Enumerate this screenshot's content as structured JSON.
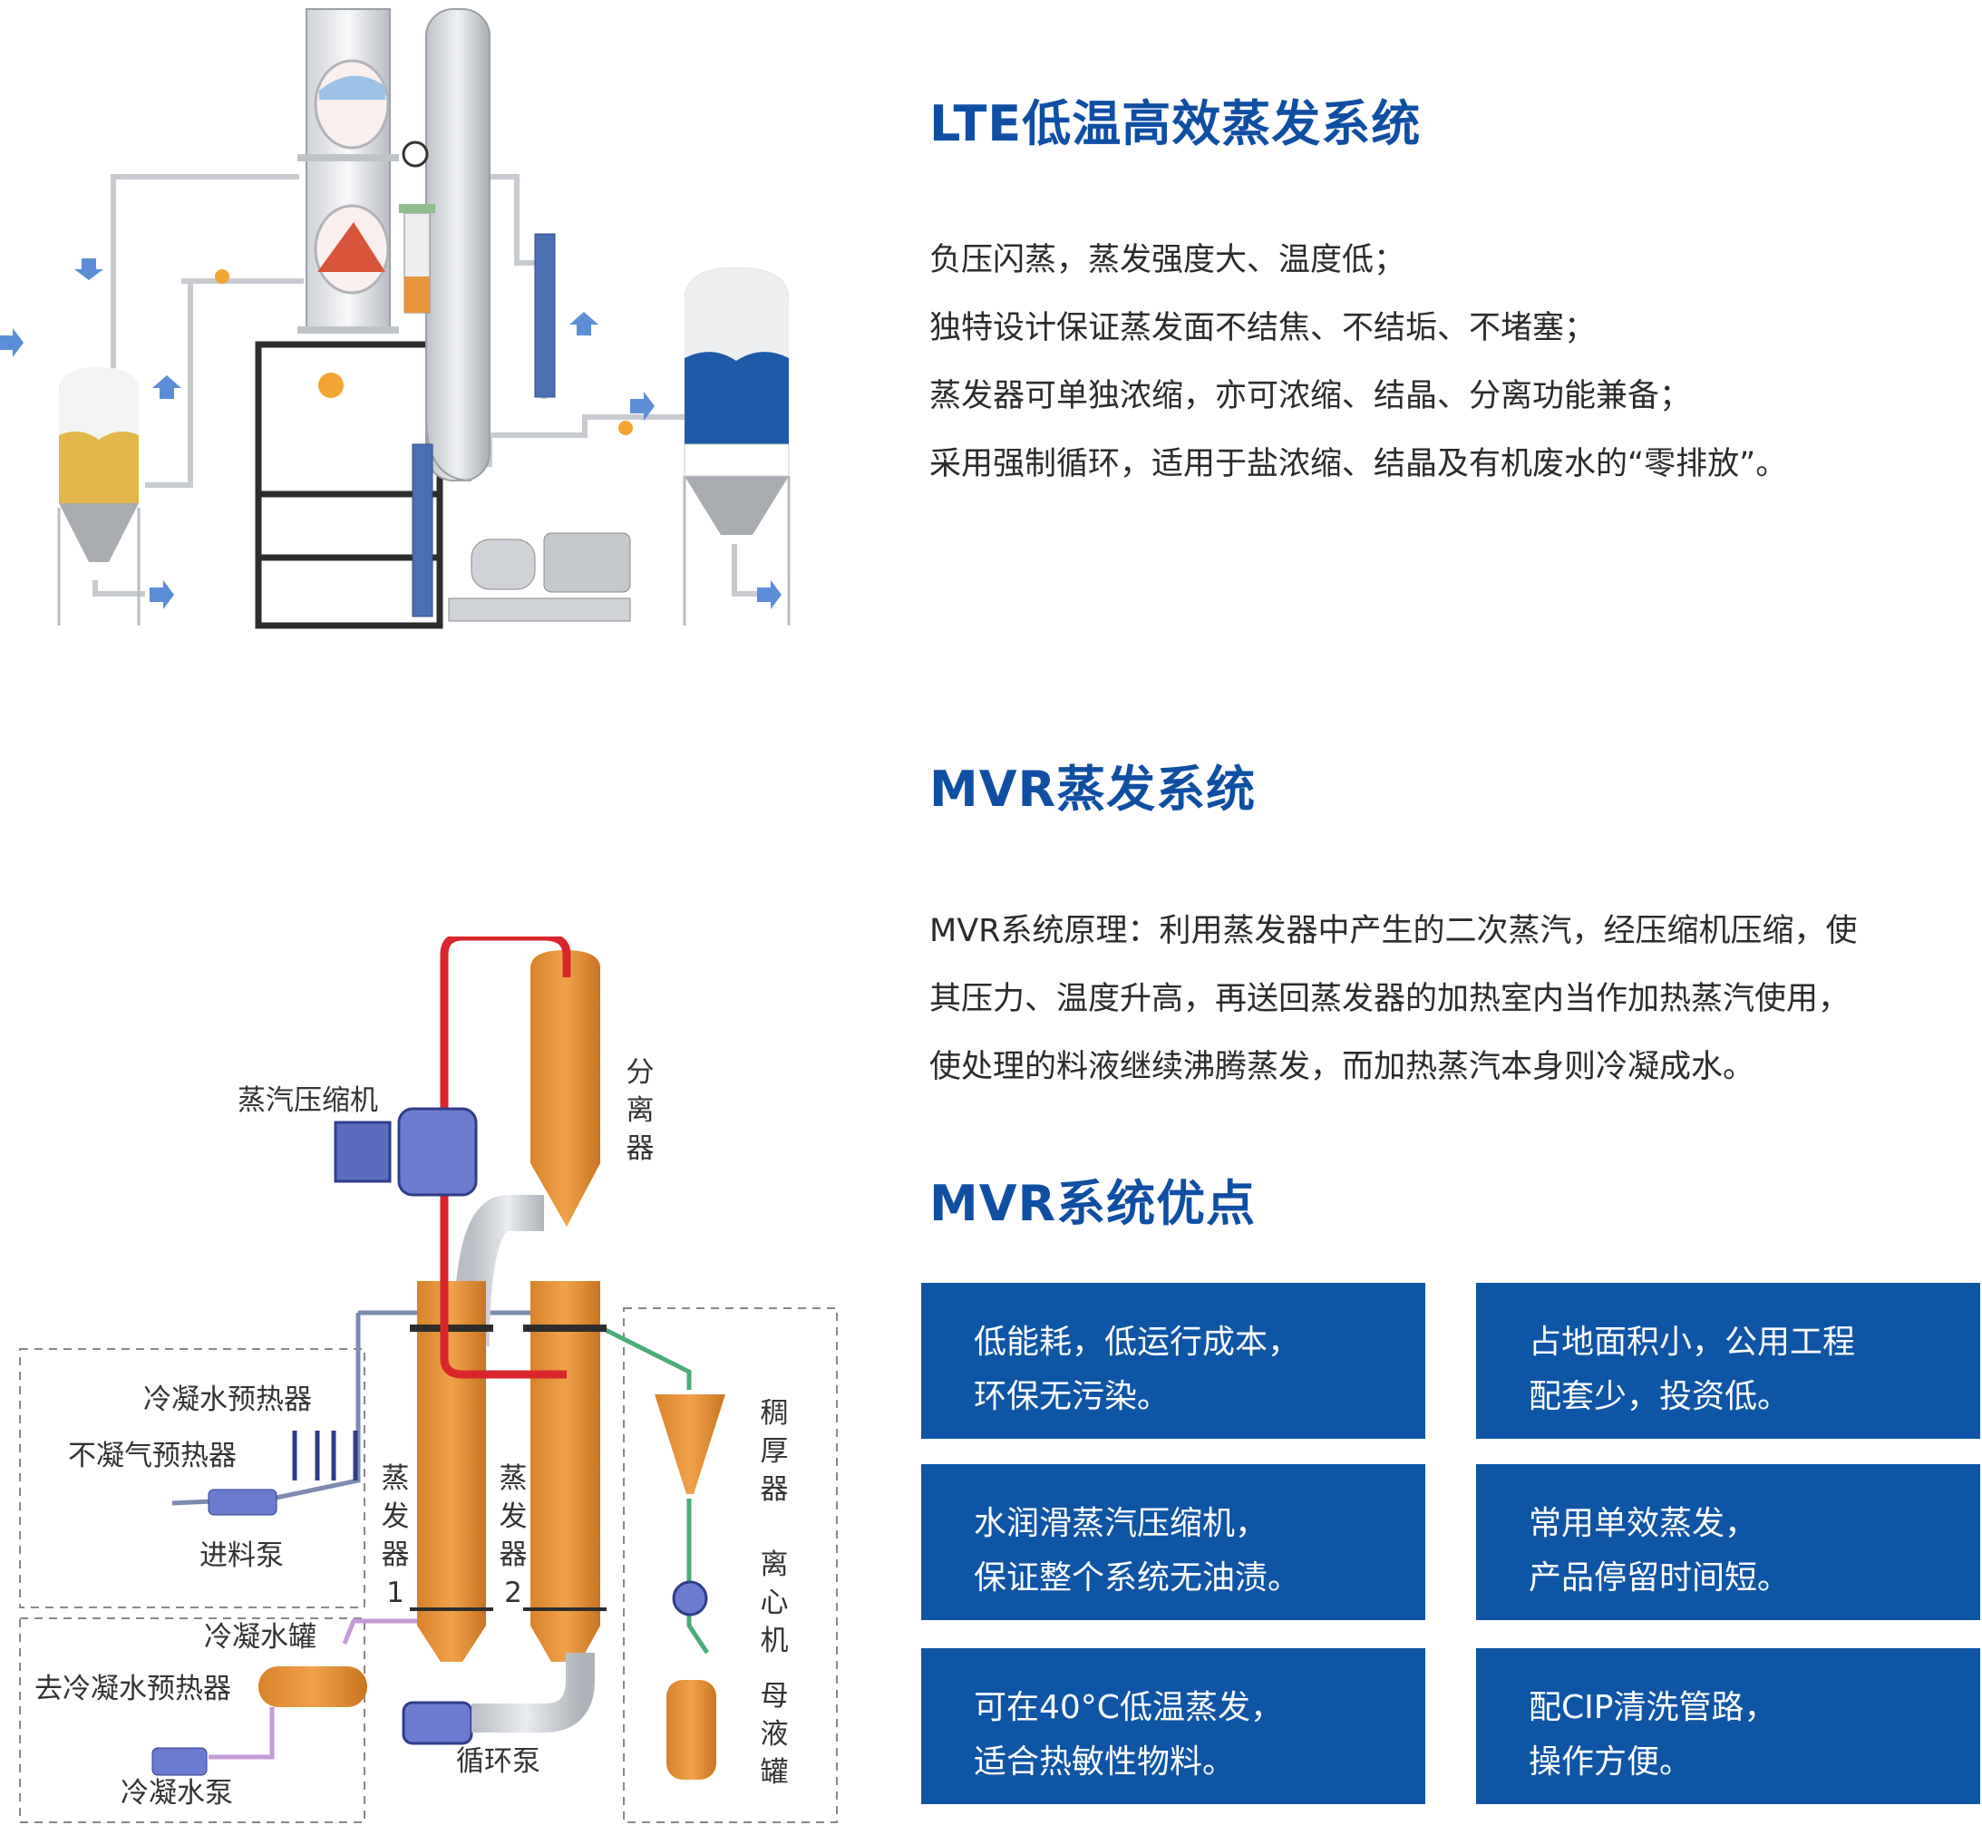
{
  "section_lte": {
    "title": "LTE低温高效蒸发系统",
    "bullets": [
      "负压闪蒸，蒸发强度大、温度低；",
      "独特设计保证蒸发面不结焦、不结垢、不堵塞；",
      "蒸发器可单独浓缩，亦可浓缩、结晶、分离功能兼备；",
      "采用强制循环，适用于盐浓缩、结晶及有机废水的“零排放”。"
    ]
  },
  "section_mvr": {
    "title": "MVR蒸发系统",
    "principle_lines": [
      "MVR系统原理：利用蒸发器中产生的二次蒸汽，经压缩机压缩，使",
      "其压力、温度升高，再送回蒸发器的加热室内当作加热蒸汽使用，",
      "使处理的料液继续沸腾蒸发，而加热蒸汽本身则冷凝成水。"
    ]
  },
  "section_adv": {
    "title": "MVR系统优点",
    "boxes": [
      {
        "line1": "低能耗，低运行成本，",
        "line2": "环保无污染。"
      },
      {
        "line1": "占地面积小，公用工程",
        "line2": "配套少，投资低。"
      },
      {
        "line1": "水润滑蒸汽压缩机，",
        "line2": "保证整个系统无油渍。"
      },
      {
        "line1": "常用单效蒸发，",
        "line2": "产品停留时间短。"
      },
      {
        "line1": "可在40°C低温蒸发，",
        "line2": "适合热敏性物料。"
      },
      {
        "line1": "配CIP清洗管路，",
        "line2": "操作方便。"
      }
    ]
  },
  "mvr_diagram": {
    "labels": {
      "compressor": "蒸汽压缩机",
      "condensate_preheater": "冷凝水预热器",
      "noncond_preheater": "不凝气预热器",
      "feed_pump": "进料泵",
      "condensate_tank": "冷凝水罐",
      "to_preheater": "去冷凝水预热器",
      "condensate_pump": "冷凝水泵",
      "circulation_pump": "循环泵"
    },
    "vertical_labels": {
      "separator": [
        "分",
        "离",
        "器"
      ],
      "evaporator1": [
        "蒸",
        "发",
        "器",
        "1"
      ],
      "evaporator2": [
        "蒸",
        "发",
        "器",
        "2"
      ],
      "thickener": [
        "稠",
        "厚",
        "器"
      ],
      "centrifuge": [
        "离",
        "心",
        "机"
      ],
      "mother_tank": [
        "母",
        "液",
        "罐"
      ]
    }
  },
  "colors": {
    "heading_blue": "#0f4fa3",
    "box_blue": "#0f55a6",
    "vessel_orange": "#e8963c",
    "steam_red": "#d9262c",
    "liquid_blue": "#1f5aa8",
    "liquid_yellow": "#e2b84a"
  }
}
